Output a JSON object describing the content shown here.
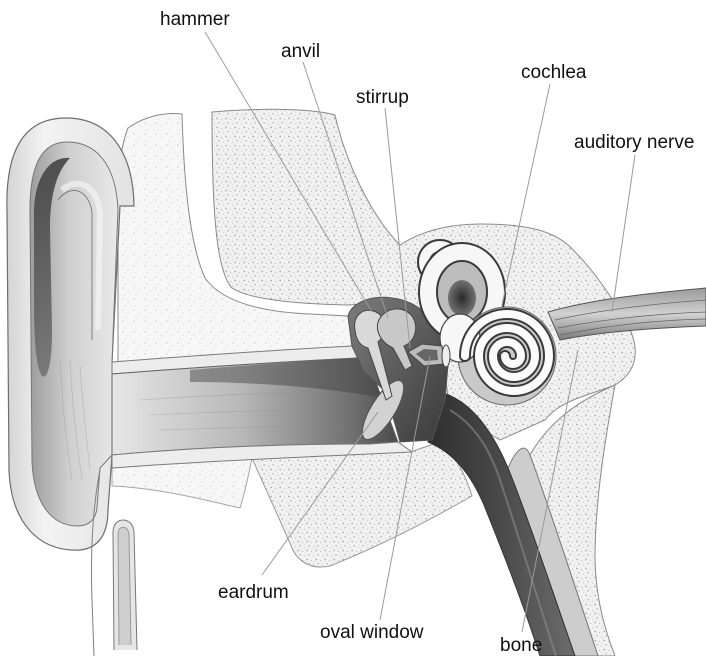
{
  "labels": {
    "hammer": "hammer",
    "anvil": "anvil",
    "stirrup": "stirrup",
    "cochlea": "cochlea",
    "auditory_nerve": "auditory nerve",
    "eardrum": "eardrum",
    "oval_window": "oval window",
    "bone": "bone"
  }
}
